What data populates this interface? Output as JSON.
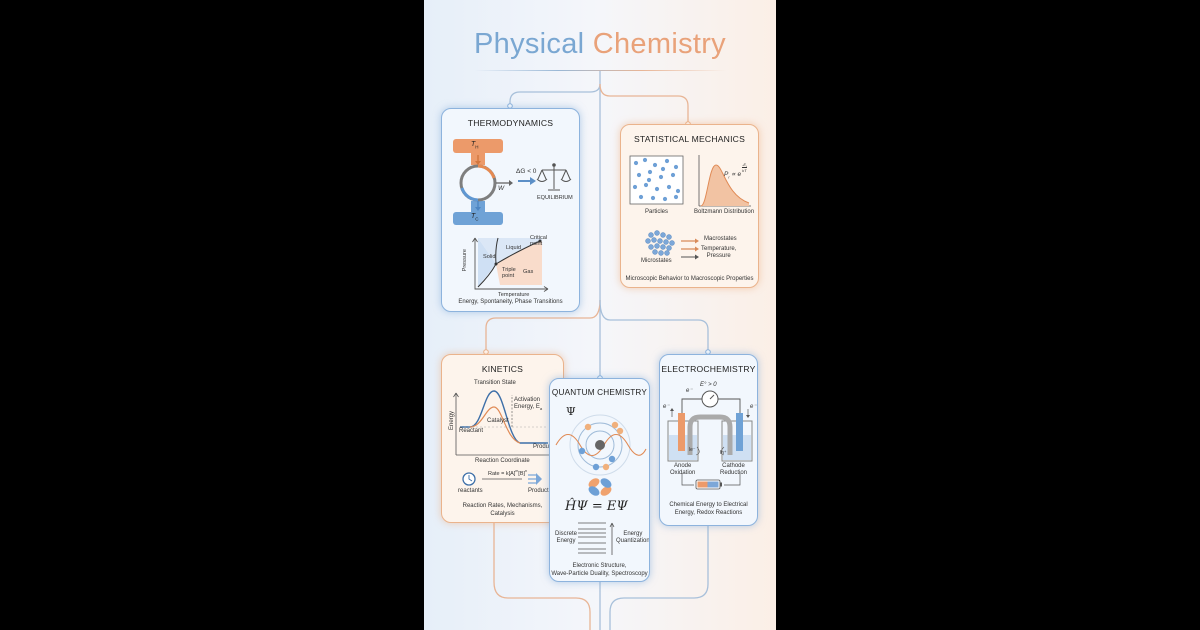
{
  "title": {
    "part1": "Physical",
    "part2": "Chemistry"
  },
  "colors": {
    "blue": "#7aa7d2",
    "orange": "#e9a27a",
    "card_blue_border": "#8db3dd",
    "card_orange_border": "#eab38c"
  },
  "thermo": {
    "title": "THERMODYNAMICS",
    "th": "T",
    "th_sub": "H",
    "tc": "T",
    "tc_sub": "C",
    "w": "W",
    "dg": "ΔG < 0",
    "equilibrium": "EQUILIBRIUM",
    "critical_point": "Critical\npoint",
    "liquid": "Liquid",
    "solid": "Solid",
    "pressure": "Pressure",
    "triple_point": "Triple\npoint",
    "gas": "Gas",
    "temperature": "Temperature",
    "caption": "Energy, Spontaneity, Phase Transitions"
  },
  "stat": {
    "title": "STATISTICAL MECHANICS",
    "formula": "P",
    "formula_sub": "i",
    "formula_rel": "∝ e",
    "exp_num": "E",
    "exp_num_sub": "i",
    "exp_den": "kT",
    "particles": "Particles",
    "boltzmann": "Boltzmann Distribution",
    "microstates": "Microstates",
    "macrostates": "Macrostates",
    "temp_pressure": "Temperature,\nPressure",
    "caption": "Microscopic Behavior to Macroscopic Properties"
  },
  "kinetics": {
    "title": "KINETICS",
    "transition_state": "Transition State",
    "energy": "Energy",
    "activation": "Activation\nEnergy, E",
    "activation_sub": "a",
    "catalyst": "Catalyst",
    "reactant": "Reactant",
    "product": "Product",
    "reaction_coordinate": "Reaction Coordinate",
    "rate": "Rate = k[A]",
    "rate_m": "m",
    "rate_b": "[B]",
    "rate_n": "n",
    "reactants": "reactants",
    "products": "Products",
    "caption": "Reaction Rates, Mechanisms,\nCatalysis"
  },
  "quantum": {
    "title": "QUANTUM CHEMISTRY",
    "psi": "Ψ",
    "equation": "ĤΨ = EΨ",
    "discrete": "Discrete\nEnergy",
    "quantization": "Energy\nQuantization",
    "caption": "Electronic Structure,\nWave-Particle Duality, Spectroscopy"
  },
  "electro": {
    "title": "ELECTROCHEMISTRY",
    "e_cell": "E° > 0",
    "e_minus": "e⁻",
    "ion_neg": "le⁻",
    "ion_pos": "ln⁺",
    "anode": "Anode\nOxidation",
    "cathode": "Cathode\nReduction",
    "caption": "Chemical Energy to Electrical\nEnergy, Redox Reactions"
  }
}
